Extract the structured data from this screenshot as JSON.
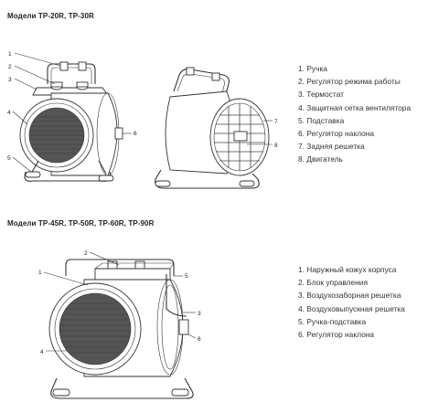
{
  "section1": {
    "title": "Модели ТР-20R, ТР-30R",
    "legend": [
      "1. Ручка",
      "2. Регулятор режима работы",
      "3. Термостат",
      "4. Защитная сетка вентилятора",
      "5. Подставка",
      "6. Регулятор наклона",
      "7. Задняя решетка",
      "8. Двигатель"
    ],
    "callouts": {
      "front": [
        "1",
        "2",
        "3",
        "4",
        "5",
        "6"
      ],
      "rear": [
        "7",
        "8"
      ]
    }
  },
  "section2": {
    "title": "Модели ТР-45R, ТР-50R, ТР-60R, ТР-90R",
    "legend": [
      "1. Наружный кожух корпуса",
      "2. Блок управления",
      "3. Воздухозаборная решетка",
      "4. Воздуховыпускная решетка",
      "5. Ручка-подставка",
      "6. Регулятор наклона"
    ],
    "callouts": [
      "1",
      "2",
      "3",
      "4",
      "5",
      "6"
    ]
  }
}
